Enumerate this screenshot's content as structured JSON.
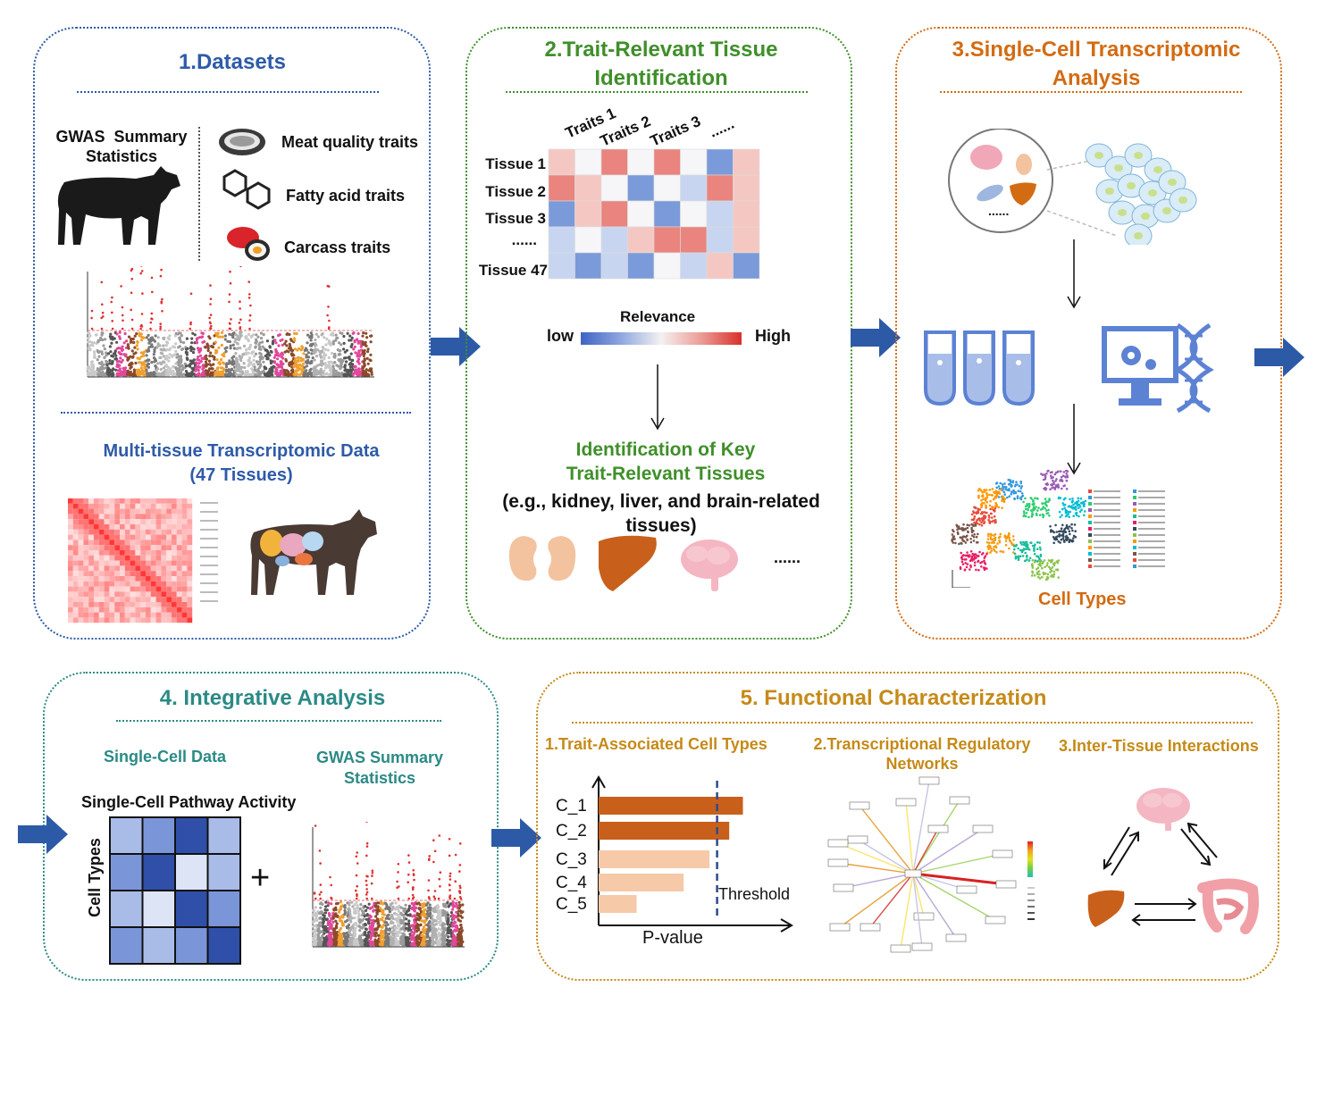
{
  "colors": {
    "blue_title": "#2e5aa8",
    "green_title": "#3f8f2a",
    "orange_title": "#d36b12",
    "teal_title": "#2b8a86",
    "gold_title": "#c58a18",
    "arrow_blue": "#2d5aa7",
    "bar_dark": "#c8601b",
    "bar_light": "#f6c9a8",
    "threshold": "#2d4a8f"
  },
  "panel1": {
    "title": "1.Datasets",
    "gwas": "GWAS  Summary\nStatistics",
    "traits": [
      {
        "icon": "meat-icon",
        "label": "Meat quality traits"
      },
      {
        "icon": "molecule-icon",
        "label": "Fatty acid traits"
      },
      {
        "icon": "sushi-icon",
        "label": "Carcass traits"
      }
    ],
    "multi_tissue_line1": "Multi-tissue Transcriptomic Data",
    "multi_tissue_line2": "(47 Tissues)"
  },
  "panel2": {
    "title_line1": "2.Trait-Relevant Tissue",
    "title_line2": "Identification",
    "traits": [
      "Traits 1",
      "Traits 2",
      "Traits 3",
      "......"
    ],
    "tissues": [
      "Tissue 1",
      "Tissue 2",
      "Tissue 3",
      "......",
      "Tissue 47"
    ],
    "relevance": "Relevance",
    "low": "low",
    "high": "High",
    "key_line1": "Identification of Key",
    "key_line2": "Trait-Relevant Tissues",
    "eg_line1": "(e.g., kidney, liver, and brain-related",
    "eg_line2": "tissues)",
    "dots": "......"
  },
  "panel3": {
    "title_line1": "3.Single-Cell Transcriptomic",
    "title_line2": "Analysis",
    "circle_dots": "......",
    "cell_types": "Cell Types"
  },
  "panel4": {
    "title": "4. Integrative Analysis",
    "sc_data": "Single-Cell Data",
    "gwas_line1": "GWAS  Summary",
    "gwas_line2": "Statistics",
    "pathway": "Single-Cell Pathway Activity",
    "cell_types": "Cell Types",
    "plus": "+"
  },
  "panel5": {
    "title": "5. Functional Characterization",
    "sub1": "1.Trait-Associated Cell Types",
    "sub2_line1": "2.Transcriptional Regulatory",
    "sub2_line2": "Networks",
    "sub3": "3.Inter-Tissue Interactions",
    "bars": [
      {
        "label": "C_1",
        "value": 0.95,
        "significant": true
      },
      {
        "label": "C_2",
        "value": 0.86,
        "significant": true
      },
      {
        "label": "C_3",
        "value": 0.73,
        "significant": false
      },
      {
        "label": "C_4",
        "value": 0.56,
        "significant": false
      },
      {
        "label": "C_5",
        "value": 0.25,
        "significant": false
      }
    ],
    "threshold_value": 0.78,
    "threshold": "Threshold",
    "pvalue": "P-value"
  }
}
